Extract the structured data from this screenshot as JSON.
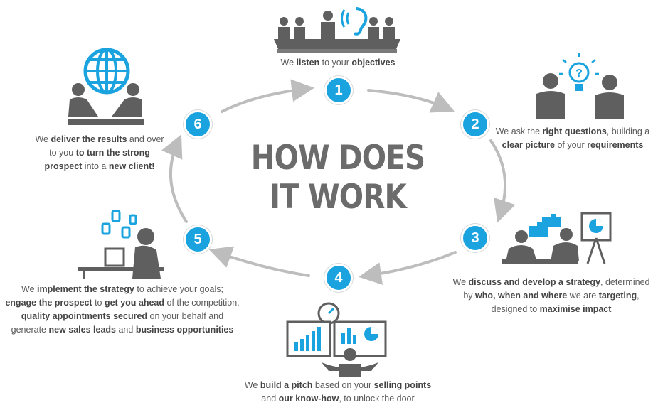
{
  "title": {
    "line1": "HOW DOES",
    "line2": "IT WORK"
  },
  "colors": {
    "accent": "#1aa3de",
    "dark": "#555555",
    "arrow": "#bdbdbd"
  },
  "steps": [
    {
      "number": "1",
      "icon": "meeting-listen-icon",
      "text": [
        [
          [
            "n",
            "We "
          ],
          [
            "b",
            "listen"
          ],
          [
            "n",
            " to your "
          ],
          [
            "b",
            "objectives"
          ]
        ]
      ]
    },
    {
      "number": "2",
      "icon": "question-lightbulb-icon",
      "text": [
        [
          [
            "n",
            "We ask the "
          ],
          [
            "b",
            "right questions"
          ],
          [
            "n",
            ", building a"
          ]
        ],
        [
          [
            "b",
            "clear picture"
          ],
          [
            "n",
            " of your "
          ],
          [
            "b",
            "requirements"
          ]
        ]
      ]
    },
    {
      "number": "3",
      "icon": "strategy-puzzle-icon",
      "text": [
        [
          [
            "n",
            "We "
          ],
          [
            "b",
            "discuss and develop a strategy"
          ],
          [
            "n",
            ", determined"
          ]
        ],
        [
          [
            "n",
            "by "
          ],
          [
            "b",
            "who, when and where"
          ],
          [
            "n",
            " we are "
          ],
          [
            "b",
            "targeting"
          ],
          [
            "n",
            ","
          ]
        ],
        [
          [
            "n",
            "designed to "
          ],
          [
            "b",
            "maximise impact"
          ]
        ]
      ]
    },
    {
      "number": "4",
      "icon": "pitch-charts-icon",
      "text": [
        [
          [
            "n",
            "We "
          ],
          [
            "b",
            "build a pitch"
          ],
          [
            "n",
            " based on your "
          ],
          [
            "b",
            "selling points"
          ]
        ],
        [
          [
            "n",
            "and "
          ],
          [
            "b",
            "our know-how"
          ],
          [
            "n",
            ", to unlock the door"
          ]
        ]
      ]
    },
    {
      "number": "5",
      "icon": "phone-work-icon",
      "text": [
        [
          [
            "n",
            "We "
          ],
          [
            "b",
            "implement the strategy"
          ],
          [
            "n",
            " to achieve your goals;"
          ]
        ],
        [
          [
            "b",
            "engage the prospect"
          ],
          [
            "n",
            " to "
          ],
          [
            "b",
            "get you ahead"
          ],
          [
            "n",
            " of the competition,"
          ]
        ],
        [
          [
            "b",
            "quality appointments secured"
          ],
          [
            "n",
            " on your behalf and"
          ]
        ],
        [
          [
            "n",
            "generate "
          ],
          [
            "b",
            "new sales leads"
          ],
          [
            "n",
            " and "
          ],
          [
            "b",
            "business opportunities"
          ]
        ]
      ]
    },
    {
      "number": "6",
      "icon": "globe-handshake-icon",
      "text": [
        [
          [
            "n",
            "We "
          ],
          [
            "b",
            "deliver the results"
          ],
          [
            "n",
            " and over"
          ]
        ],
        [
          [
            "n",
            "to you "
          ],
          [
            "b",
            "to turn the strong"
          ]
        ],
        [
          [
            "b",
            "prospect"
          ],
          [
            "n",
            " into a "
          ],
          [
            "b",
            "new client!"
          ]
        ]
      ]
    }
  ]
}
